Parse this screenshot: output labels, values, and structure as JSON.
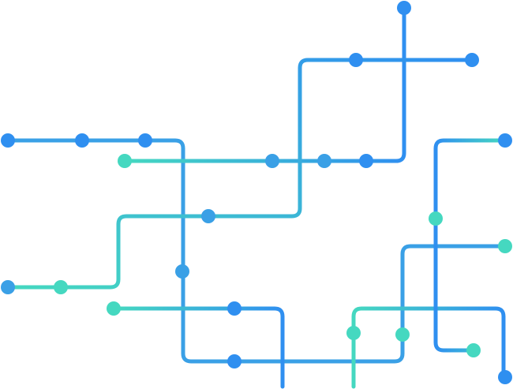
{
  "diagram": {
    "type": "metro-network",
    "description_visible_text": "",
    "colors": {
      "blue": "#2f8ff0",
      "teal": "#45d8c0"
    },
    "line_count": 8,
    "station_count": 22
  }
}
